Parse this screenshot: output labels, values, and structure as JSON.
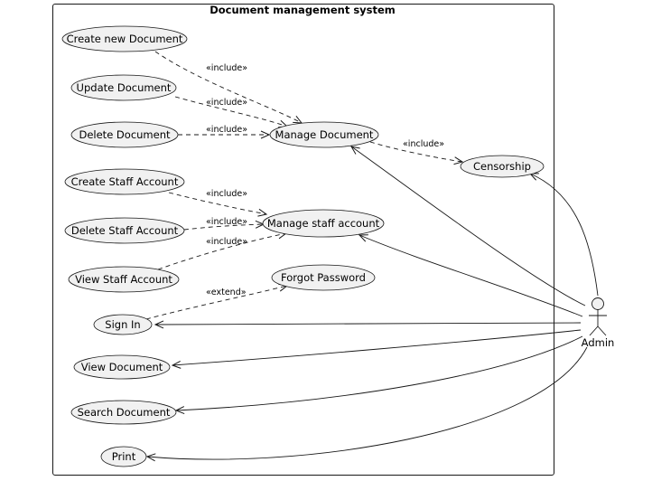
{
  "system": {
    "title": "Document management system"
  },
  "actor": {
    "name": "Admin"
  },
  "use_cases": {
    "create_new_document": "Create new Document",
    "update_document": "Update Document",
    "delete_document": "Delete Document",
    "manage_document": "Manage Document",
    "censorship": "Censorship",
    "create_staff_account": "Create Staff Account",
    "delete_staff_account": "Delete Staff Account",
    "view_staff_account": "View Staff Account",
    "manage_staff_account": "Manage staff account",
    "forgot_password": "Forgot Password",
    "sign_in": "Sign In",
    "view_document": "View Document",
    "search_document": "Search Document",
    "print": "Print"
  },
  "relation_labels": {
    "include": "«include»",
    "extend": "«extend»"
  },
  "relations": [
    {
      "from": "create_new_document",
      "to": "manage_document",
      "kind": "include"
    },
    {
      "from": "update_document",
      "to": "manage_document",
      "kind": "include"
    },
    {
      "from": "delete_document",
      "to": "manage_document",
      "kind": "include"
    },
    {
      "from": "manage_document",
      "to": "censorship",
      "kind": "include"
    },
    {
      "from": "create_staff_account",
      "to": "manage_staff_account",
      "kind": "include"
    },
    {
      "from": "delete_staff_account",
      "to": "manage_staff_account",
      "kind": "include"
    },
    {
      "from": "view_staff_account",
      "to": "manage_staff_account",
      "kind": "include"
    },
    {
      "from": "sign_in",
      "to": "forgot_password",
      "kind": "extend"
    },
    {
      "from": "admin",
      "to": "manage_document",
      "kind": "association"
    },
    {
      "from": "admin",
      "to": "censorship",
      "kind": "association"
    },
    {
      "from": "admin",
      "to": "manage_staff_account",
      "kind": "association"
    },
    {
      "from": "admin",
      "to": "sign_in",
      "kind": "association"
    },
    {
      "from": "admin",
      "to": "view_document",
      "kind": "association"
    },
    {
      "from": "admin",
      "to": "search_document",
      "kind": "association"
    },
    {
      "from": "admin",
      "to": "print",
      "kind": "association"
    }
  ]
}
